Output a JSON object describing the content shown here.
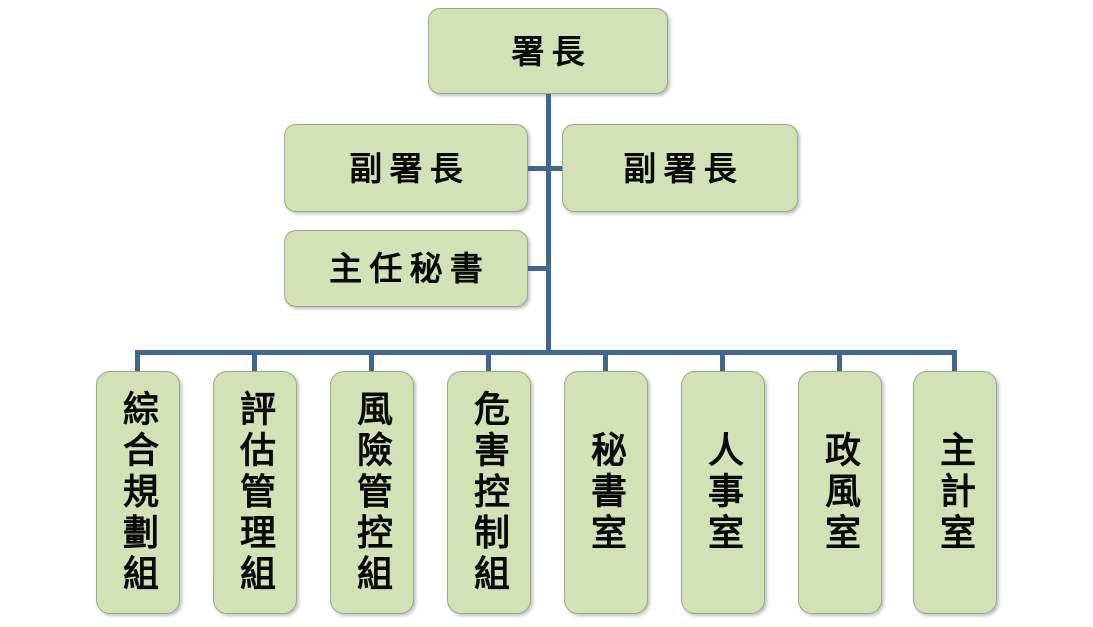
{
  "diagram": {
    "type": "organization-chart",
    "orientation": "top-down",
    "colors": {
      "node_fill": "#d4e1b6",
      "node_border": "#9aa88a",
      "connector": "#41678f",
      "text": "#0a0a0a",
      "background": "#ffffff"
    },
    "levels": {
      "level1": {
        "nodes": [
          {
            "id": "director",
            "label": "署長"
          }
        ]
      },
      "level2": {
        "nodes": [
          {
            "id": "deputy-left",
            "label": "副署長"
          },
          {
            "id": "deputy-right",
            "label": "副署長"
          }
        ]
      },
      "level3": {
        "nodes": [
          {
            "id": "chief-secretary",
            "label": "主任秘書"
          }
        ]
      },
      "level4": {
        "nodes": [
          {
            "id": "division-planning",
            "label": "綜合規劃組"
          },
          {
            "id": "division-assessment",
            "label": "評估管理組"
          },
          {
            "id": "division-risk",
            "label": "風險管控組"
          },
          {
            "id": "division-hazard",
            "label": "危害控制組"
          },
          {
            "id": "office-secretariat",
            "label": "秘書室"
          },
          {
            "id": "office-personnel",
            "label": "人事室"
          },
          {
            "id": "office-ethics",
            "label": "政風室"
          },
          {
            "id": "office-accounting",
            "label": "主計室"
          }
        ]
      }
    }
  }
}
